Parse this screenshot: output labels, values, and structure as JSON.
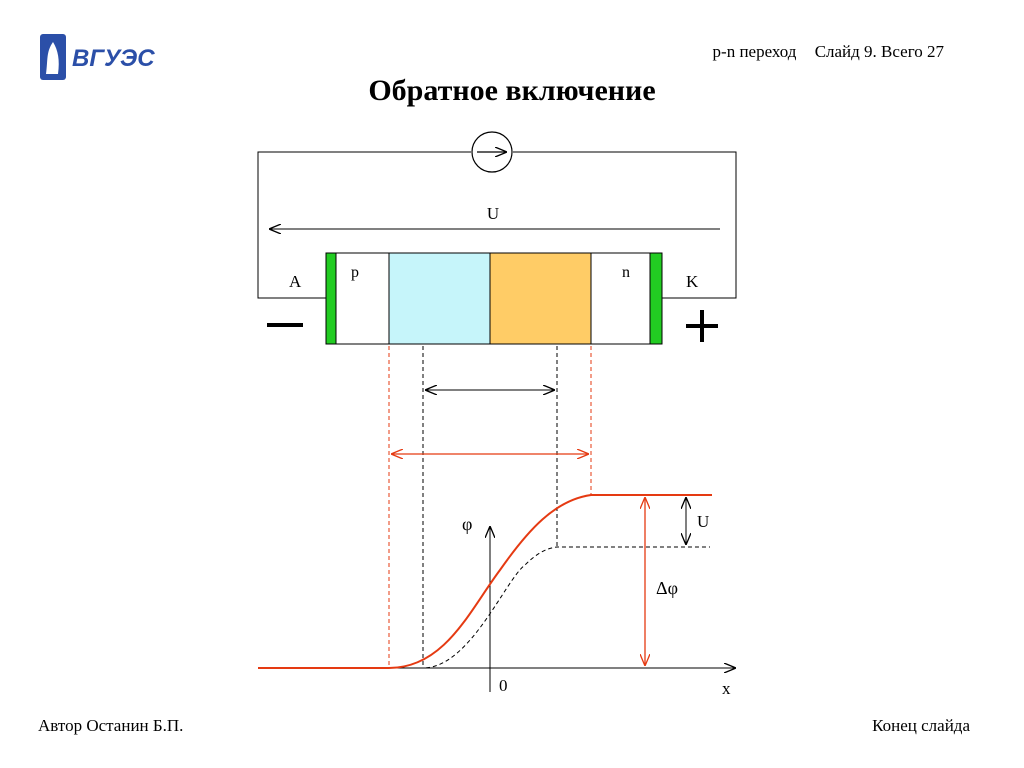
{
  "header": {
    "logo_text": "ВГУЭС",
    "topic": "p-n переход",
    "slide_label": "Слайд 9. Всего 27"
  },
  "title": "Обратное включение",
  "diagram": {
    "voltage_label": "U",
    "anode_label": "A",
    "cathode_label": "K",
    "p_label": "p",
    "n_label": "n",
    "minus_sign": "−",
    "plus_sign": "+",
    "phi_axis_label": "φ",
    "x_axis_label": "x",
    "origin_label": "0",
    "u_shift_label": "U",
    "delta_phi_label": "Δφ",
    "colors": {
      "electrode": "#22cc22",
      "p_depletion": "#c6f5fa",
      "n_depletion": "#ffcc66",
      "red": "#e53a12"
    }
  },
  "footer": {
    "author": "Автор Останин Б.П.",
    "end_link": "Конец слайда"
  }
}
